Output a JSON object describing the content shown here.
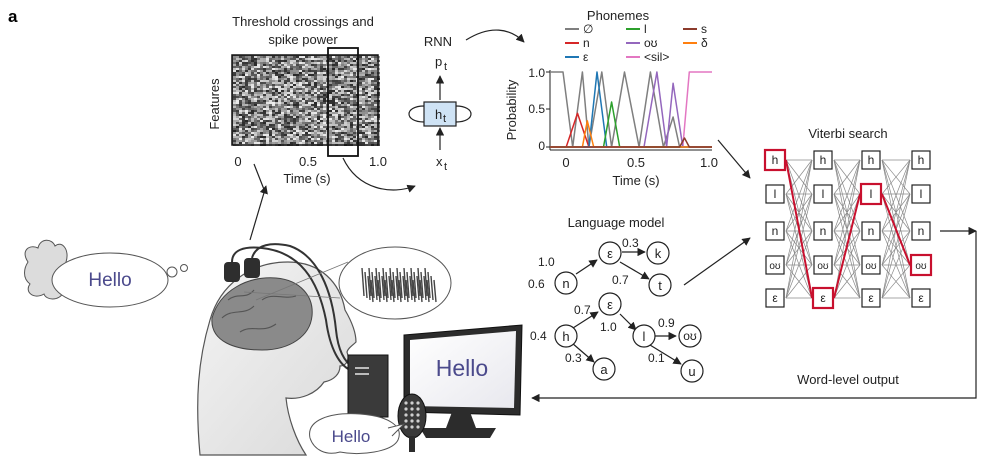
{
  "panel_label": "a",
  "spike_panel": {
    "title_line1": "Threshold crossings and",
    "title_line2": "spike power",
    "ylabel": "Features",
    "xlabel": "Time (s)",
    "ticks": [
      "0",
      "0.5",
      "1.0"
    ]
  },
  "rnn": {
    "title": "RNN",
    "output": "p",
    "output_sub": "t",
    "hidden": "h",
    "hidden_sub": "t",
    "input": "x",
    "input_sub": "t"
  },
  "phoneme_panel": {
    "title": "Phonemes",
    "legend": [
      {
        "symbol": "∅",
        "color": "#7f7f7f"
      },
      {
        "symbol": "l",
        "color": "#2ca02c"
      },
      {
        "symbol": "s",
        "color": "#8c3b2c"
      },
      {
        "symbol": "n",
        "color": "#d62728"
      },
      {
        "symbol": "oʊ",
        "color": "#9467bd"
      },
      {
        "symbol": "δ",
        "color": "#ff7f0e"
      },
      {
        "symbol": "ε",
        "color": "#1f77b4"
      },
      {
        "symbol": "<sil>",
        "color": "#e377c2"
      }
    ],
    "ylabel": "Probability",
    "xlabel": "Time (s)",
    "yticks": [
      "0",
      "0.5",
      "1.0"
    ],
    "xticks": [
      "0",
      "0.5",
      "1.0"
    ]
  },
  "language_model": {
    "title": "Language model",
    "nodes": {
      "n": "n",
      "e1": "ε",
      "k": "k",
      "t": "t",
      "h": "h",
      "e2": "ε",
      "a": "a",
      "l": "l",
      "ou": "oʊ",
      "u": "u"
    },
    "weights": {
      "start_n": "0.6",
      "n_e": "1.0",
      "e_k": "0.3",
      "e_t": "0.7",
      "start_h": "0.4",
      "h_e": "0.7",
      "h_a": "0.3",
      "e_l": "1.0",
      "l_ou": "0.9",
      "l_u": "0.1"
    }
  },
  "viterbi": {
    "title": "Viterbi search",
    "rows": [
      "h",
      "l",
      "n",
      "oʊ",
      "ε"
    ]
  },
  "output_label": "Word-level output",
  "thought_word": "Hello",
  "monitor_word": "Hello",
  "speech_word": "Hello"
}
